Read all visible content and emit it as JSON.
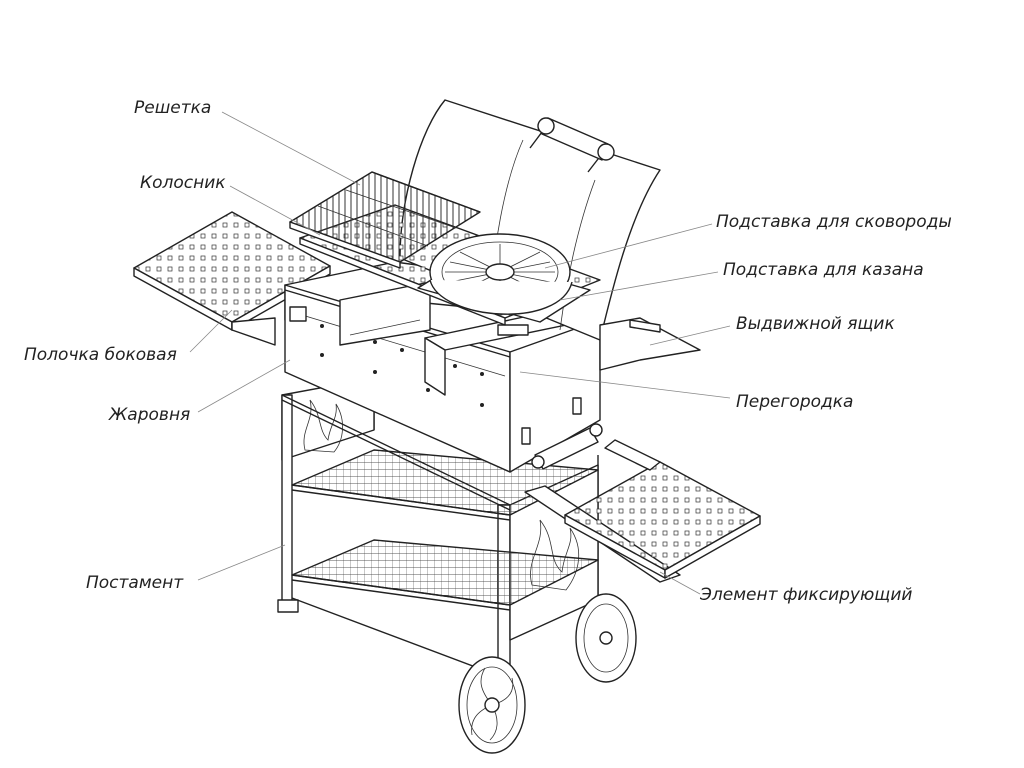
{
  "labels": {
    "reshetka": "Решетка",
    "kolosnik": "Колосник",
    "podstavka_skovoroda": "Подставка для сковороды",
    "podstavka_kazan": "Подставка для казана",
    "vydvizhnoy_yaschik": "Выдвижной ящик",
    "peregorodka": "Перегородка",
    "polochka_bokovaya": "Полочка боковая",
    "zharovnya": "Жаровня",
    "postament": "Постамент",
    "element_fiksiruyuschiy": "Элемент фиксирующий"
  }
}
